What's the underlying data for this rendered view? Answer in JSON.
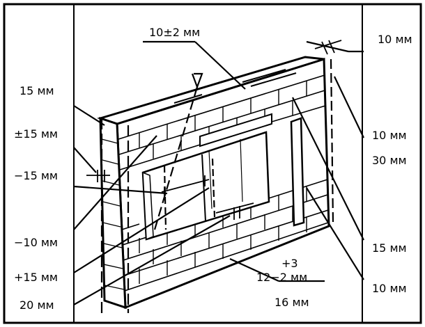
{
  "labels": {
    "top_center": "10±2 мм",
    "top_right": "10 мм",
    "left_1": "15 мм",
    "left_2": "±15 мм",
    "left_3": "−15 мм",
    "left_4": "−10 мм",
    "left_5": "+15 мм",
    "left_6": "20 мм",
    "right_1": "10 мм",
    "right_2": "30 мм",
    "right_3": "15 мм",
    "right_4": "10 мм",
    "bottom_plus": "+3",
    "bottom_12": "12−2 мм",
    "bottom_16": "16 мм"
  },
  "colors": {
    "ink": "#000000",
    "paper": "#ffffff"
  }
}
